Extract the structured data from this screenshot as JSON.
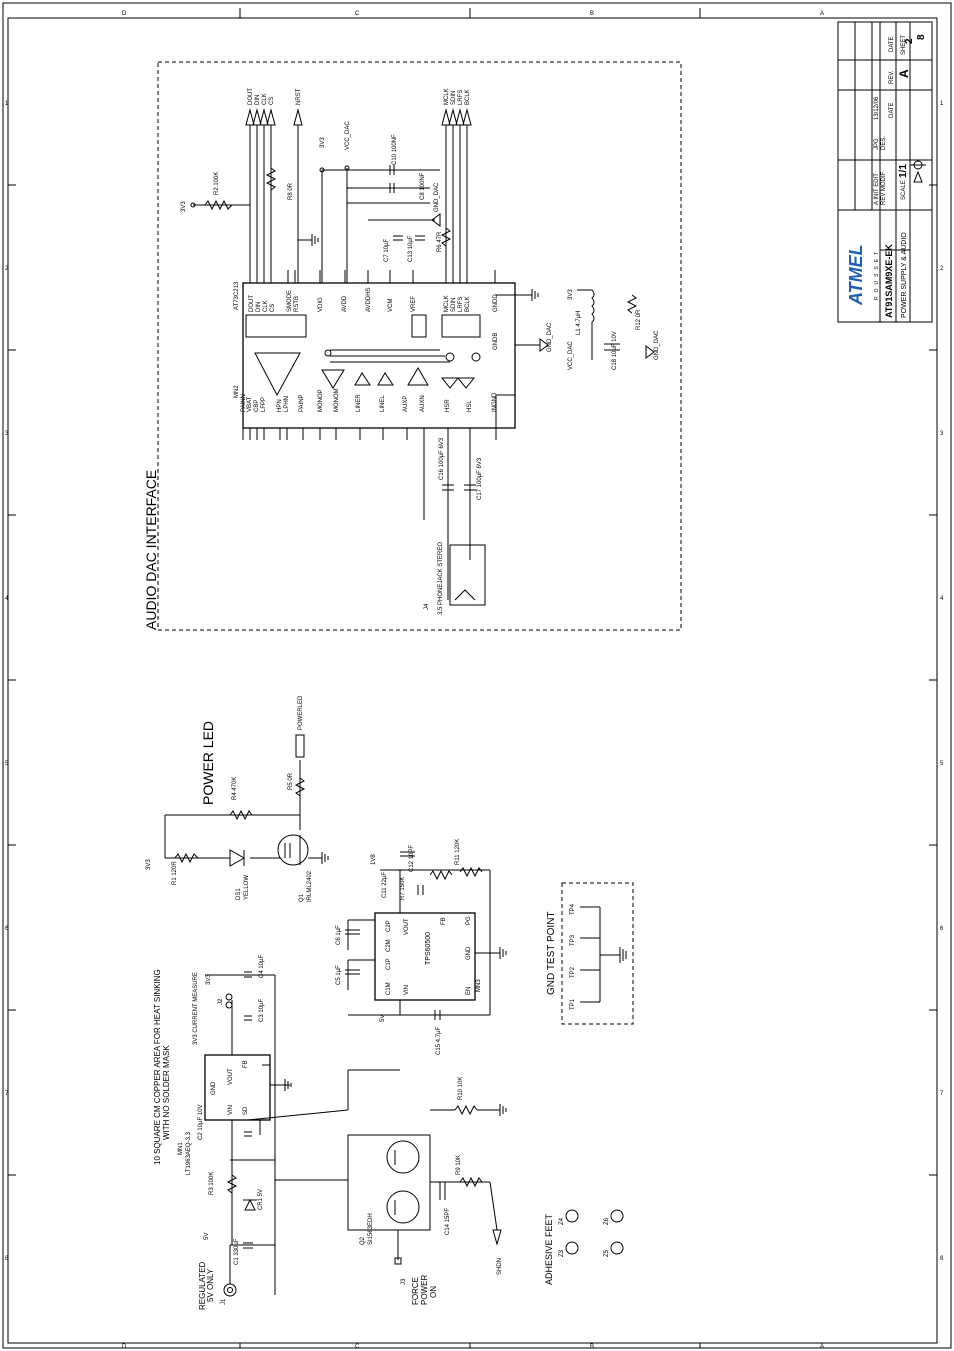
{
  "sections": {
    "audio": "AUDIO DAC INTERFACE",
    "power_led": "POWER LED",
    "gnd_test": "GND TEST POINT",
    "feet": "ADHESIVE FEET",
    "copper_note_1": "10 SQUARE CM COPPER AREA FOR HEAT SINKING",
    "copper_note_2": "WITH NO SOLDER MASK",
    "measure_note": "3V3 CURRENT MEASURE",
    "regulated_1": "REGULATED",
    "regulated_2": "5V ONLY",
    "force_1": "FORCE",
    "force_2": "POWER",
    "force_3": "ON"
  },
  "title_block": {
    "board": "AT91SAM9XE-EK",
    "sheet_title": "POWER SUPPLY & AUDIO",
    "rev": "A",
    "rev_label": "REV.",
    "sheet_label": "SHEET",
    "sheet_num": "2",
    "sheet_total": "8",
    "date_label": "DATE",
    "date_value": "13/12/06",
    "scale_label": "SCALE",
    "scale_value": "1/1",
    "logo": "ATMEL",
    "logo_sub": "ROUSSET",
    "edit_1": "A  INIT EDIT",
    "edit_2": "REV  MODIF",
    "des_1": "JPG",
    "des_2": "DES."
  },
  "nets": {
    "n3v3": "3V3",
    "n5v": "5V",
    "n1v8": "1V8",
    "vcc_dac": "VCC_DAC",
    "gnd_dac": "GND_DAC",
    "shdn": "SHDN",
    "powerled": "POWERLED",
    "nrst": "NRST",
    "dout": "DOUT",
    "din": "DIN",
    "clk": "CLK",
    "cs": "CS",
    "mclk": "MCLK",
    "sdin": "SDIN",
    "lrfs": "LRFS",
    "bclk": "BCLK"
  },
  "parts": {
    "mn2": "MN2",
    "at73c213": "AT73C213",
    "j4": "J4",
    "j4_val": "3.5 PHONEJACK STEREO",
    "mn1": "MN1",
    "mn1_val": "LT1963AEQ-3.3",
    "mn3": "MN3",
    "mn3_val": "TPS60500",
    "q1": "Q1",
    "q1_val": "IRLML2402",
    "q2": "Q2",
    "q2_val": "SI1563EDH",
    "ds1": "DS1",
    "ds1_val": "YELLOW",
    "j1": "J1",
    "j2": "J2",
    "j3": "J3",
    "r1": "R1 120R",
    "r2": "R2 100K",
    "r3": "R3 100K",
    "r4": "R4 470K",
    "r5": "R5 0R",
    "r6": "R6 47R",
    "r7": "R7 150K",
    "r8": "R8 0R",
    "r9": "R9 10K",
    "r10": "R10 10K",
    "r11": "R11 120K",
    "r12": "R12 0R",
    "l1": "L1 4.7µH",
    "c1": "C1 330µF",
    "c2": "C2 10µF 10V",
    "c3": "C3 10µF",
    "c4": "C4 10µF",
    "c5": "C5 1µF",
    "c6": "C6 1µF",
    "c7": "C7 10µF",
    "c8": "C8 100NF",
    "c10": "C10 100NF",
    "c11": "C11 22µF",
    "c12": "C12 10PF",
    "c13": "C13 10µF",
    "c14": "C14 15PF",
    "c15": "C15 4.7µF",
    "c16": "C16 100µF 6V3",
    "c17": "C17 100µF 6V3",
    "c18": "C18 10µF 10V",
    "cr1": "CR1 5V",
    "tp1": "TP1",
    "tp2": "TP2",
    "tp3": "TP3",
    "tp4": "TP4",
    "z3": "Z3",
    "z4": "Z4",
    "z5": "Z5",
    "z6": "Z6"
  },
  "pins": {
    "at73_top": [
      "DOUT",
      "DIN",
      "CLK",
      "CS",
      "SMODE",
      "RSTB",
      "VDIG",
      "AVDD",
      "AVDDHS",
      "VREF",
      "VCM",
      "MCLK",
      "SDIN",
      "LRFS",
      "BCLK",
      "GNDD"
    ],
    "at73_bottom": [
      "PAINN",
      "VBAT",
      "CBP",
      "LFPP",
      "HPN",
      "LPHN",
      "PAINP",
      "MONOP",
      "MONOM",
      "LINER",
      "LINEL",
      "AUXP",
      "AUXN",
      "HSR",
      "HSL",
      "INGND",
      "GNDB"
    ],
    "mn3": [
      "C1M",
      "C1P",
      "C2M",
      "C2P",
      "VIN",
      "VOUT",
      "EN",
      "GND",
      "FB",
      "PG"
    ],
    "mn1": [
      "GND",
      "VOUT",
      "VIN",
      "SD",
      "FB"
    ]
  },
  "grid": {
    "cols": [
      "1",
      "2",
      "3",
      "4",
      "5",
      "6",
      "7",
      "8"
    ],
    "rows": [
      "A",
      "B",
      "C",
      "D"
    ]
  }
}
